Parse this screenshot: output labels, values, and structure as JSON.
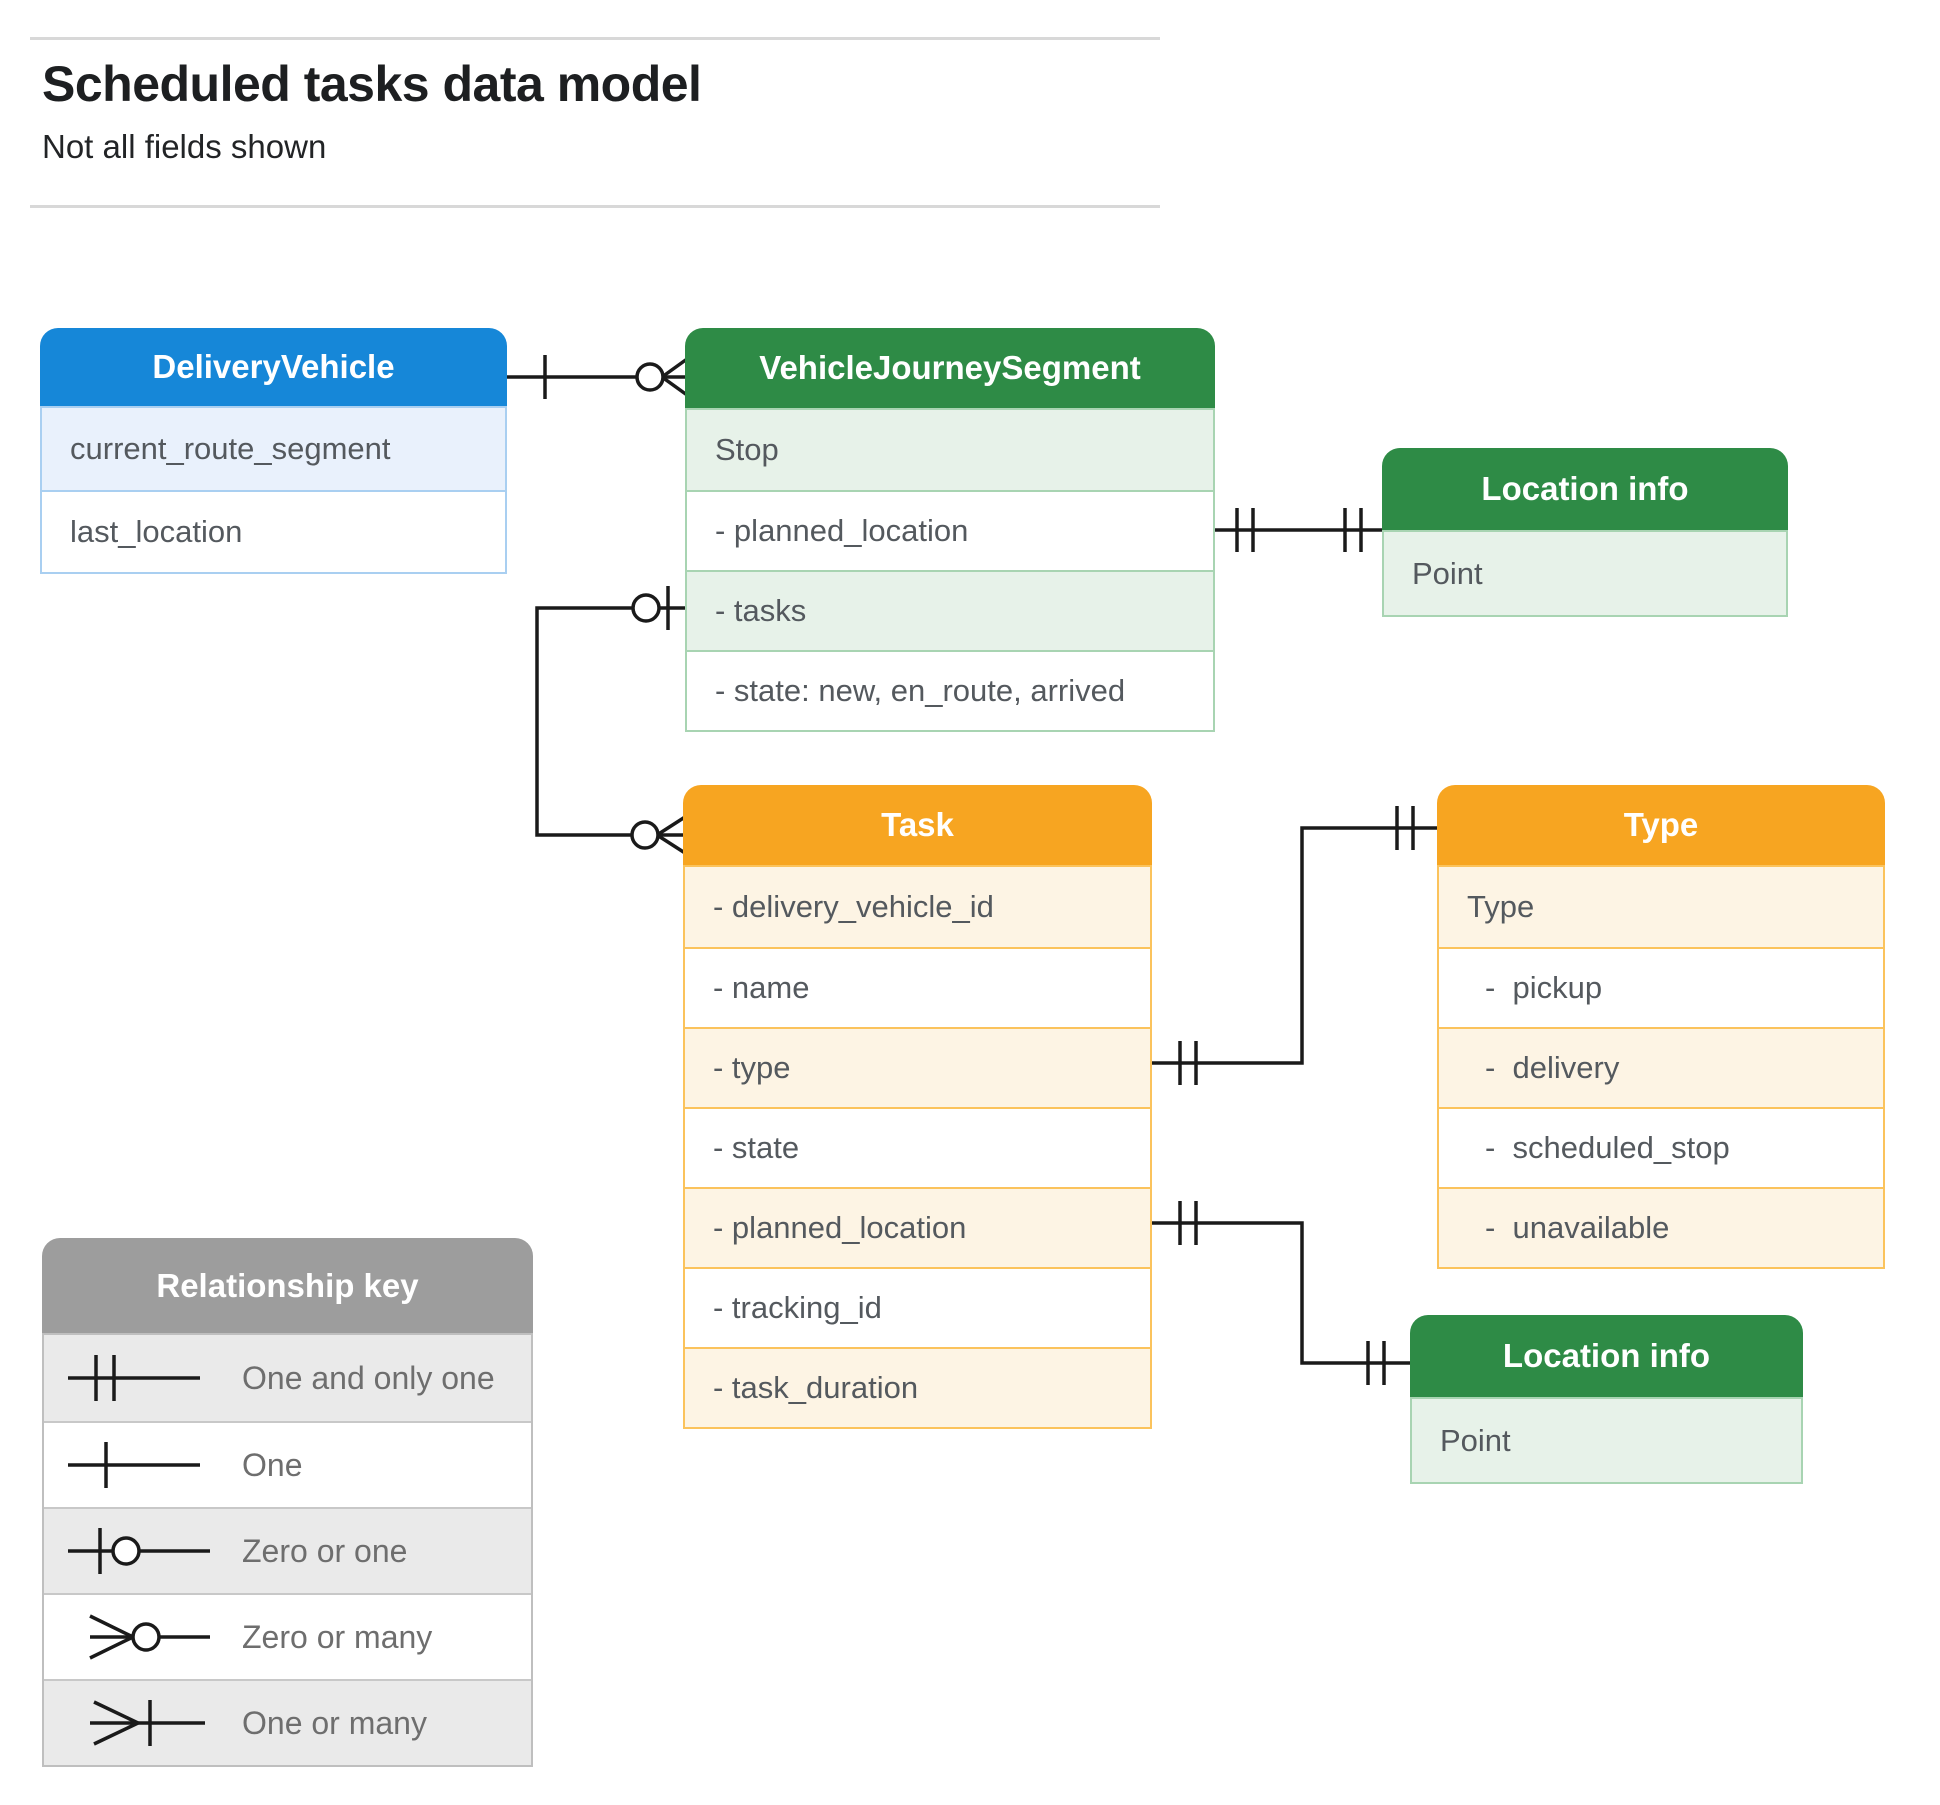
{
  "page": {
    "title": "Scheduled tasks data model",
    "subtitle": "Not all fields shown"
  },
  "colors": {
    "blue_header": "#1687d8",
    "blue_row": "#e9f1fc",
    "green_header": "#2e8b46",
    "green_row": "#e7f2e9",
    "orange_header": "#f7a521",
    "orange_row": "#fdf4e4",
    "gray_header": "#9d9d9d",
    "gray_row": "#eaeaea",
    "connector": "#1a1a1a"
  },
  "entities": {
    "delivery_vehicle": {
      "title": "DeliveryVehicle",
      "rows": [
        "current_route_segment",
        "last_location"
      ]
    },
    "vehicle_journey_segment": {
      "title": "VehicleJourneySegment",
      "rows": [
        "Stop",
        "- planned_location",
        "- tasks",
        "- state: new, en_route, arrived"
      ]
    },
    "location_info_top": {
      "title": "Location info",
      "rows": [
        "Point"
      ]
    },
    "task": {
      "title": "Task",
      "rows": [
        "- delivery_vehicle_id",
        "- name",
        "- type",
        "- state",
        "- planned_location",
        "- tracking_id",
        "- task_duration"
      ]
    },
    "type": {
      "title": "Type",
      "rows": [
        "Type",
        "-  pickup",
        "-  delivery",
        "-  scheduled_stop",
        "-  unavailable"
      ]
    },
    "location_info_bottom": {
      "title": "Location info",
      "rows": [
        "Point"
      ]
    }
  },
  "relationships": [
    {
      "from": "DeliveryVehicle",
      "to": "VehicleJourneySegment",
      "from_cardinality": "one",
      "to_cardinality": "zero or many"
    },
    {
      "from": "VehicleJourneySegment.tasks",
      "to": "Task",
      "from_cardinality": "zero or one",
      "to_cardinality": "zero or many"
    },
    {
      "from": "VehicleJourneySegment.planned_location",
      "to": "Location info",
      "from_cardinality": "one and only one",
      "to_cardinality": "one and only one"
    },
    {
      "from": "Task.type",
      "to": "Type",
      "from_cardinality": "one and only one",
      "to_cardinality": "one and only one"
    },
    {
      "from": "Task.planned_location",
      "to": "Location info",
      "from_cardinality": "one and only one",
      "to_cardinality": "one and only one"
    }
  ],
  "legend": {
    "title": "Relationship key",
    "items": [
      {
        "symbol": "one-and-only-one",
        "label": "One and only one"
      },
      {
        "symbol": "one",
        "label": "One"
      },
      {
        "symbol": "zero-or-one",
        "label": "Zero or one"
      },
      {
        "symbol": "zero-or-many",
        "label": "Zero or many"
      },
      {
        "symbol": "one-or-many",
        "label": "One or many"
      }
    ]
  }
}
